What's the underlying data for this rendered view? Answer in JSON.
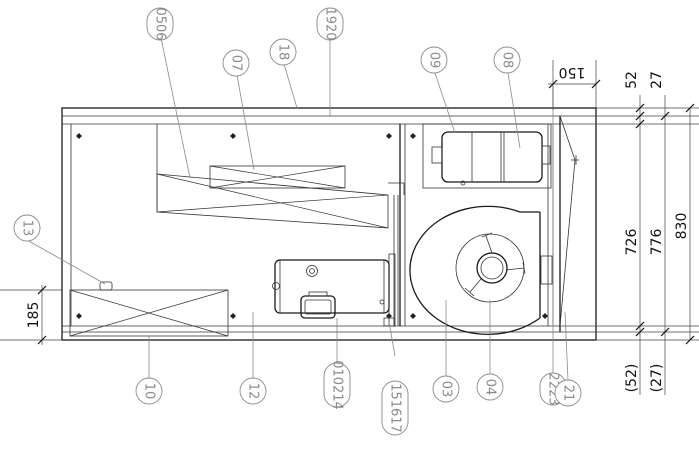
{
  "balloons": [
    {
      "id": "b05_06",
      "text": "0506"
    },
    {
      "id": "b07",
      "text": "07"
    },
    {
      "id": "b18",
      "text": "18"
    },
    {
      "id": "b19_20",
      "text": "1920"
    },
    {
      "id": "b09",
      "text": "09"
    },
    {
      "id": "b08",
      "text": "08"
    },
    {
      "id": "b13",
      "text": "13"
    },
    {
      "id": "b10",
      "text": "10"
    },
    {
      "id": "b12",
      "text": "12"
    },
    {
      "id": "b01_02_14",
      "text": "010214"
    },
    {
      "id": "b15_16_17",
      "text": "151617"
    },
    {
      "id": "b03",
      "text": "03"
    },
    {
      "id": "b04",
      "text": "04"
    },
    {
      "id": "b22_23",
      "text": "2223"
    },
    {
      "id": "b21",
      "text": "21"
    }
  ],
  "dimensions": {
    "top_offset": "150",
    "d52": "52",
    "d27": "27",
    "d726": "726",
    "d776": "776",
    "d830": "830",
    "d185": "185",
    "d52_ref": "(52)",
    "d27_ref": "(27)"
  }
}
